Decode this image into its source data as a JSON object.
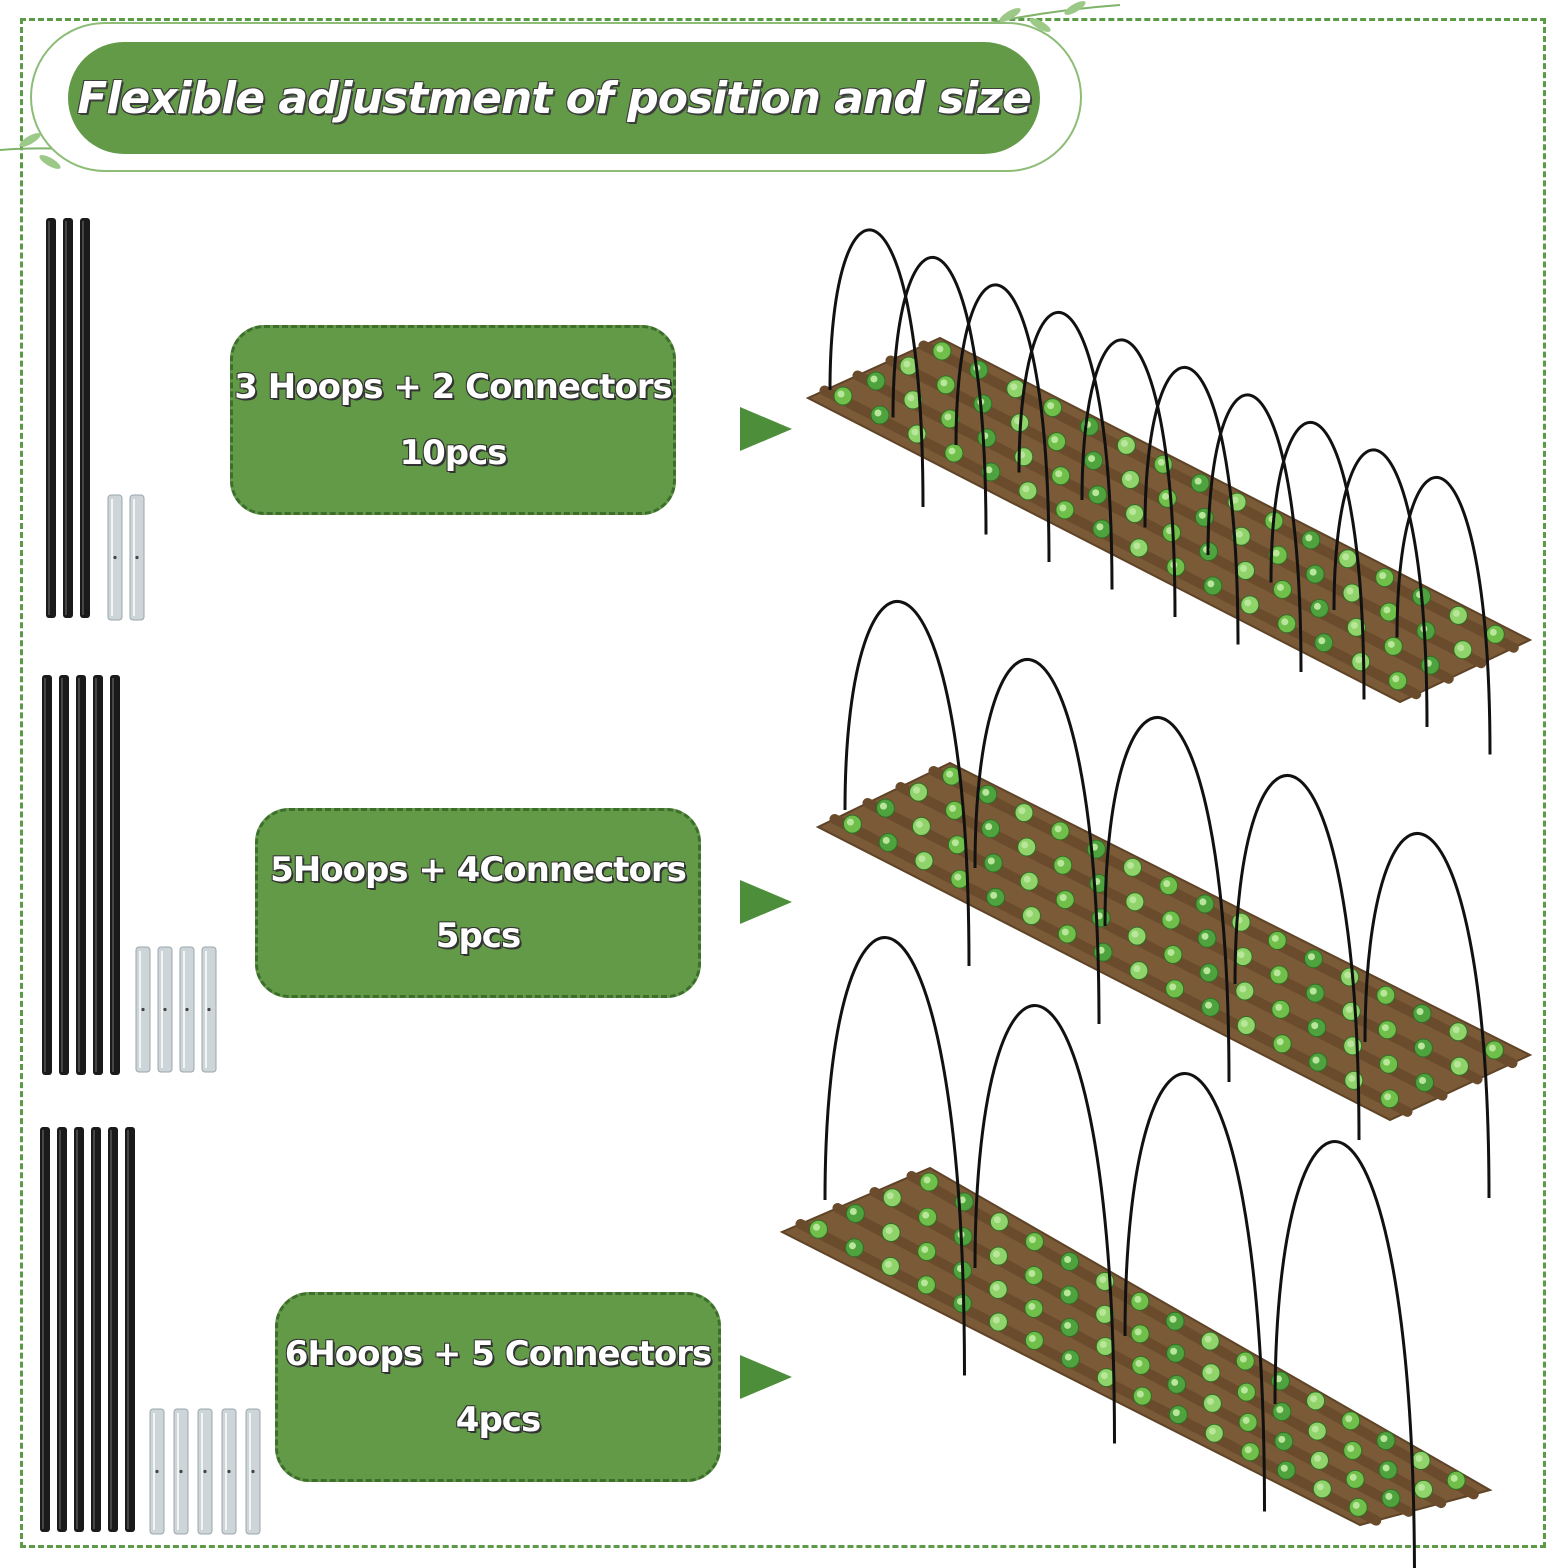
{
  "title": "Flexible adjustment of position and size",
  "colors": {
    "accent": "#629a47",
    "frame": "#5b9a46",
    "pole": "#1a1a1a",
    "connector": "#cdd5d8",
    "soil": "#7a5a37",
    "leaf": "#4fa33e"
  },
  "options": [
    {
      "config": "3 Hoops + 2 Connectors",
      "quantity": "10pcs",
      "hoops": 3,
      "connectors": 2,
      "arches": 10
    },
    {
      "config": "5Hoops + 4Connectors",
      "quantity": "5pcs",
      "hoops": 5,
      "connectors": 4,
      "arches": 5
    },
    {
      "config": "6Hoops + 5 Connectors",
      "quantity": "4pcs",
      "hoops": 6,
      "connectors": 5,
      "arches": 4
    }
  ],
  "icons": [
    "arrow-right-icon",
    "leaf-decoration-icon"
  ]
}
